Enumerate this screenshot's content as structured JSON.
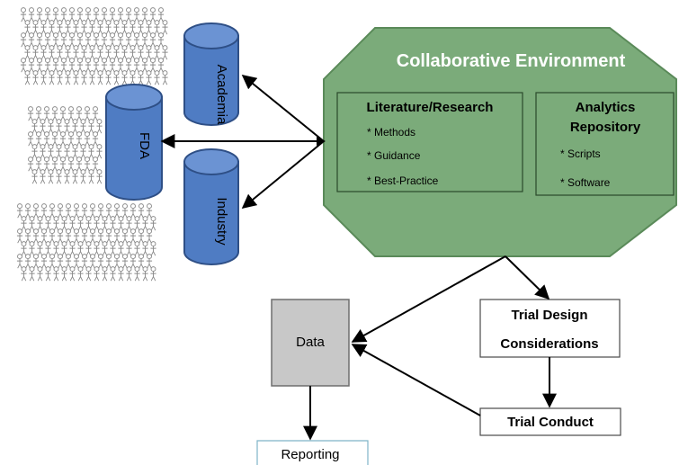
{
  "collab": {
    "title": "Collaborative Environment",
    "literature": {
      "title": "Literature/Research",
      "items": [
        "* Methods",
        "* Guidance",
        "* Best-Practice"
      ]
    },
    "analytics": {
      "title_line1": "Analytics",
      "title_line2": "Repository",
      "items": [
        "* Scripts",
        "* Software"
      ]
    }
  },
  "cylinders": {
    "academia": "Academia",
    "fda": "FDA",
    "industry": "Industry"
  },
  "boxes": {
    "data": "Data",
    "trial_design_line1": "Trial Design",
    "trial_design_line2": "Considerations",
    "trial_conduct": "Trial Conduct",
    "reporting": "Reporting"
  },
  "colors": {
    "octagon_fill": "#7bab7a",
    "octagon_stroke": "#5a8a59",
    "cylinder_fill": "#4f7cc3",
    "cylinder_stroke": "#2e4f86",
    "data_fill": "#c8c8c8",
    "arrow": "#000000",
    "people": "#8a8a8a"
  },
  "icons": {
    "crowd": "person-stick-figure-icon"
  }
}
